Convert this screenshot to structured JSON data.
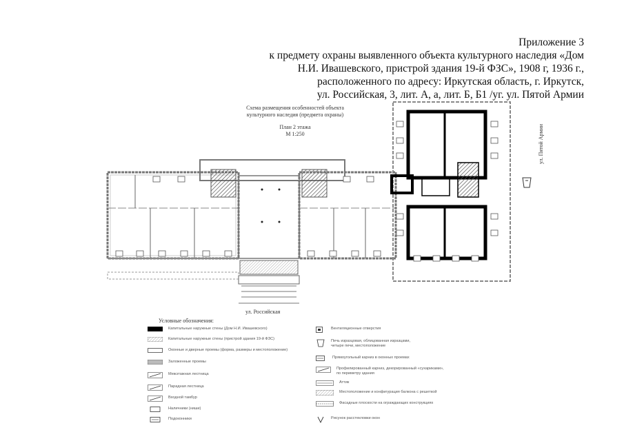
{
  "header": {
    "line1": "Приложение 3",
    "line2": "к предмету охраны выявленного объекта культурного наследия «Дом",
    "line3": "Н.И. Ивашевского, пристрой здания 19-й ФЗС», 1908 г, 1936 г.,",
    "line4": "расположенного по адресу: Иркутская область, г. Иркутск,",
    "line5": "ул. Российская, 3, лит. А, а, лит. Б, Б1 /уг. ул. Пятой Армии"
  },
  "plan": {
    "caption_line1": "Схема размещения особенностей объекта",
    "caption_line2": "культурного наследия (предмета охраны)",
    "caption_line3": "План 2 этажа",
    "caption_line4": "М 1:250",
    "street_bottom": "ул. Российская",
    "street_right": "ул. Пятой Армии"
  },
  "legend": {
    "title": "Условные обозначения:",
    "left": [
      {
        "icon": "solid-wall-icon",
        "label": "Капитальные наружные стены (Дом Н.И. Ивашевского)"
      },
      {
        "icon": "hatched-wall-icon",
        "label": "Капитальные наружные стены (пристрой здания 19-й ФЗС)"
      },
      {
        "icon": "window-opening-icon",
        "label": "Оконные и дверные проемы (форма, размеры и местоположение)"
      },
      {
        "icon": "filled-opening-icon",
        "label": "Заложенные проемы"
      },
      {
        "icon": "interfloor-stair-icon",
        "label": "Межэтажная лестница"
      },
      {
        "icon": "parade-stair-icon",
        "label": "Парадная лестница"
      },
      {
        "icon": "entrance-porch-icon",
        "label": "Входной тамбур"
      },
      {
        "icon": "niche-icon",
        "label": "Наличники (ниши)"
      },
      {
        "icon": "windowsill-icon",
        "label": "Подоконники"
      }
    ],
    "right": [
      {
        "icon": "vent-icon",
        "label": "Вентиляционные отверстия"
      },
      {
        "icon": "stove-icon",
        "label": "Печь изразцовая, облицованная изразцами,\nчетыре печи, местоположение"
      },
      {
        "icon": "cornice-icon",
        "label": "Прямоугольный карниз в оконных проемах"
      },
      {
        "icon": "profile-cornice-icon",
        "label": "Профилированный карниз, декорированный «сухариками»,\nпо периметру здания"
      },
      {
        "icon": "attic-icon",
        "label": "Аттик"
      },
      {
        "icon": "balcony-icon",
        "label": "Местоположение и конфигурация балкона с решеткой"
      },
      {
        "icon": "facade-icon",
        "label": "Фасадные плоскости на ограждающих конструкциях"
      },
      {
        "icon": "v-mark-icon",
        "label": "Рисунок расстекловки окон"
      }
    ]
  }
}
